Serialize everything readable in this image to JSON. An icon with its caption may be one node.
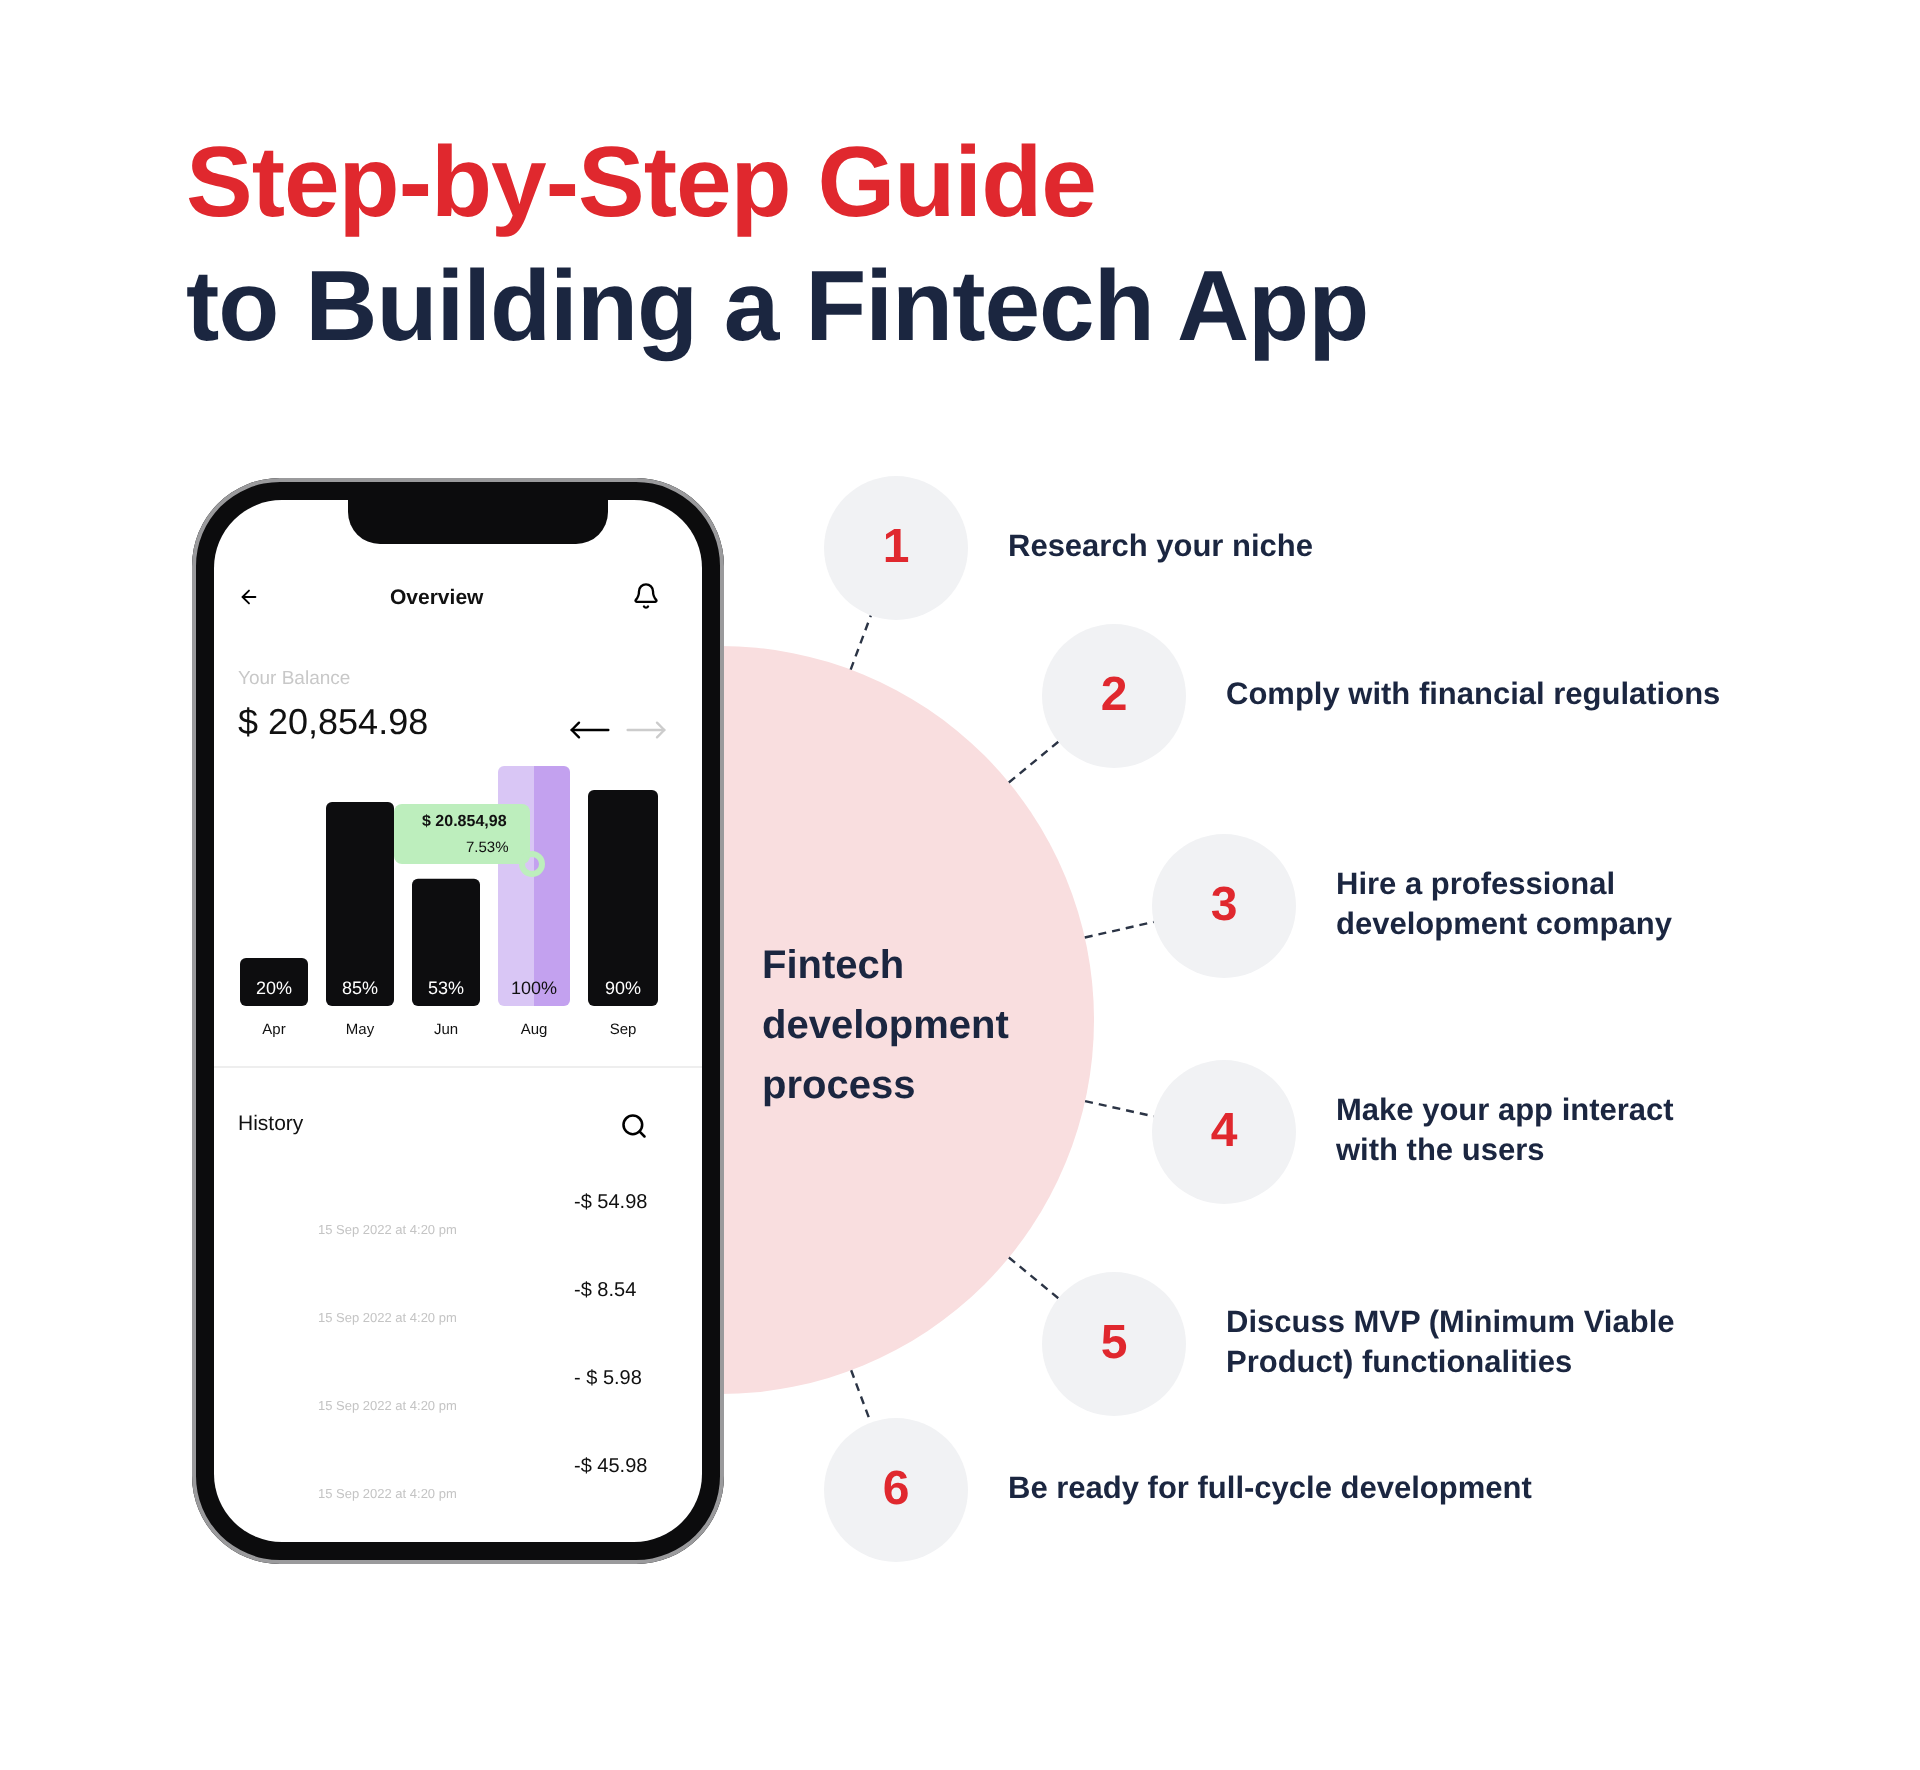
{
  "diagram": {
    "title": "Step-by-Step Guide",
    "nodes": [
      {
        "text": [
          "Fintech development process"
        ]
      },
      {
        "text": [
          "1"
        ],
        "beside": [
          "Research your niche"
        ]
      },
      {
        "text": [
          "2"
        ],
        "beside": [
          "Comply with financial regulations"
        ]
      },
      {
        "text": [
          "3"
        ],
        "beside": [
          "Hire a professional development company"
        ]
      },
      {
        "text": [
          "4"
        ],
        "beside": [
          "Make your app interact with the users"
        ]
      },
      {
        "text": [
          "5"
        ],
        "beside": [
          "Discuss MVP (Minimum Viable Product) functionalities"
        ]
      },
      {
        "text": [
          "6"
        ],
        "beside": [
          "Be ready for full-cycle development"
        ]
      }
    ],
    "edges": [
      {
        "from": 0,
        "to": 1,
        "arrow": "none",
        "style": "dashed"
      },
      {
        "from": 0,
        "to": 2,
        "arrow": "none",
        "style": "dashed"
      },
      {
        "from": 0,
        "to": 3,
        "arrow": "none",
        "style": "dashed"
      },
      {
        "from": 0,
        "to": 4,
        "arrow": "none",
        "style": "dashed"
      },
      {
        "from": 0,
        "to": 5,
        "arrow": "none",
        "style": "dashed"
      },
      {
        "from": 0,
        "to": 6,
        "arrow": "none",
        "style": "dashed"
      }
    ],
    "labels": [
      "to Building a Fintech App",
      "Overview",
      "Your Balance",
      "$ 20,854.98",
      "$ 20.854,98",
      "7.53%",
      "History",
      "15 Sep 2022 at 4:20 pm",
      "-$ 54.98",
      "15 Sep 2022 at 4:20 pm",
      "-$ 8.54",
      "15 Sep 2022 at 4:20 pm",
      "- $ 5.98",
      "15 Sep 2022 at 4:20 pm",
      "-$ 45.98"
    ],
    "chart_data": {
      "type": "bar",
      "categories": [
        "Apr",
        "May",
        "Jun",
        "Aug",
        "Sep"
      ],
      "values": [
        20,
        85,
        53,
        100,
        90
      ],
      "ylim": [
        0,
        100
      ],
      "value_labels": [
        "20%",
        "85%",
        "53%",
        "100%",
        "90%"
      ]
    }
  }
}
